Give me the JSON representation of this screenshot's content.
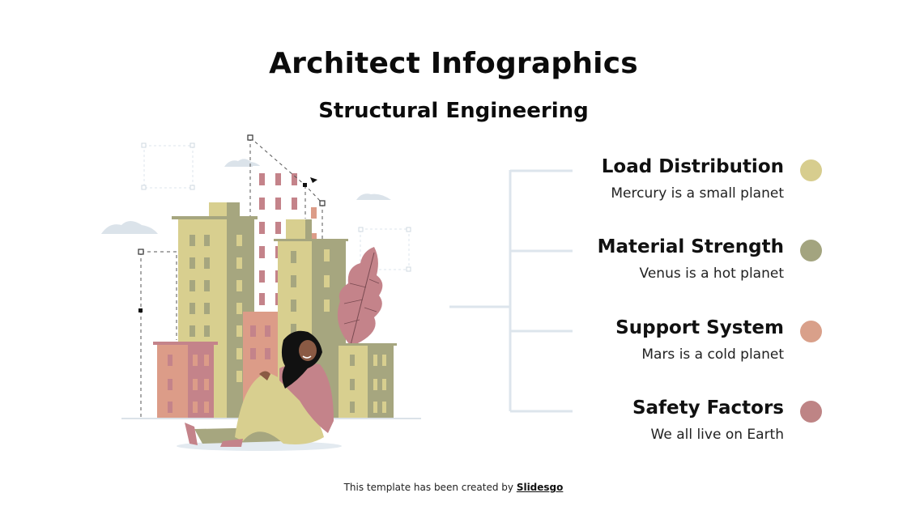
{
  "header": {
    "title": "Architect Infographics",
    "subtitle": "Structural Engineering"
  },
  "items": [
    {
      "title": "Load Distribution",
      "description": "Mercury is a small planet",
      "color": "#d7cd8e"
    },
    {
      "title": "Material Strength",
      "description": "Venus is a hot planet",
      "color": "#a3a47f"
    },
    {
      "title": "Support System",
      "description": "Mars is a cold planet",
      "color": "#d9a08a"
    },
    {
      "title": "Safety Factors",
      "description": "We all live on Earth",
      "color": "#be8485"
    }
  ],
  "colors": {
    "connector": "#dde5ec",
    "building_yellow": "#d8cf8f",
    "building_olive": "#a6a67f",
    "building_salmon": "#dc9c88",
    "building_rose": "#c4838a",
    "cloud": "#dbe3ea"
  },
  "footer": {
    "text": "This template has been created by ",
    "link": "Slidesgo"
  }
}
